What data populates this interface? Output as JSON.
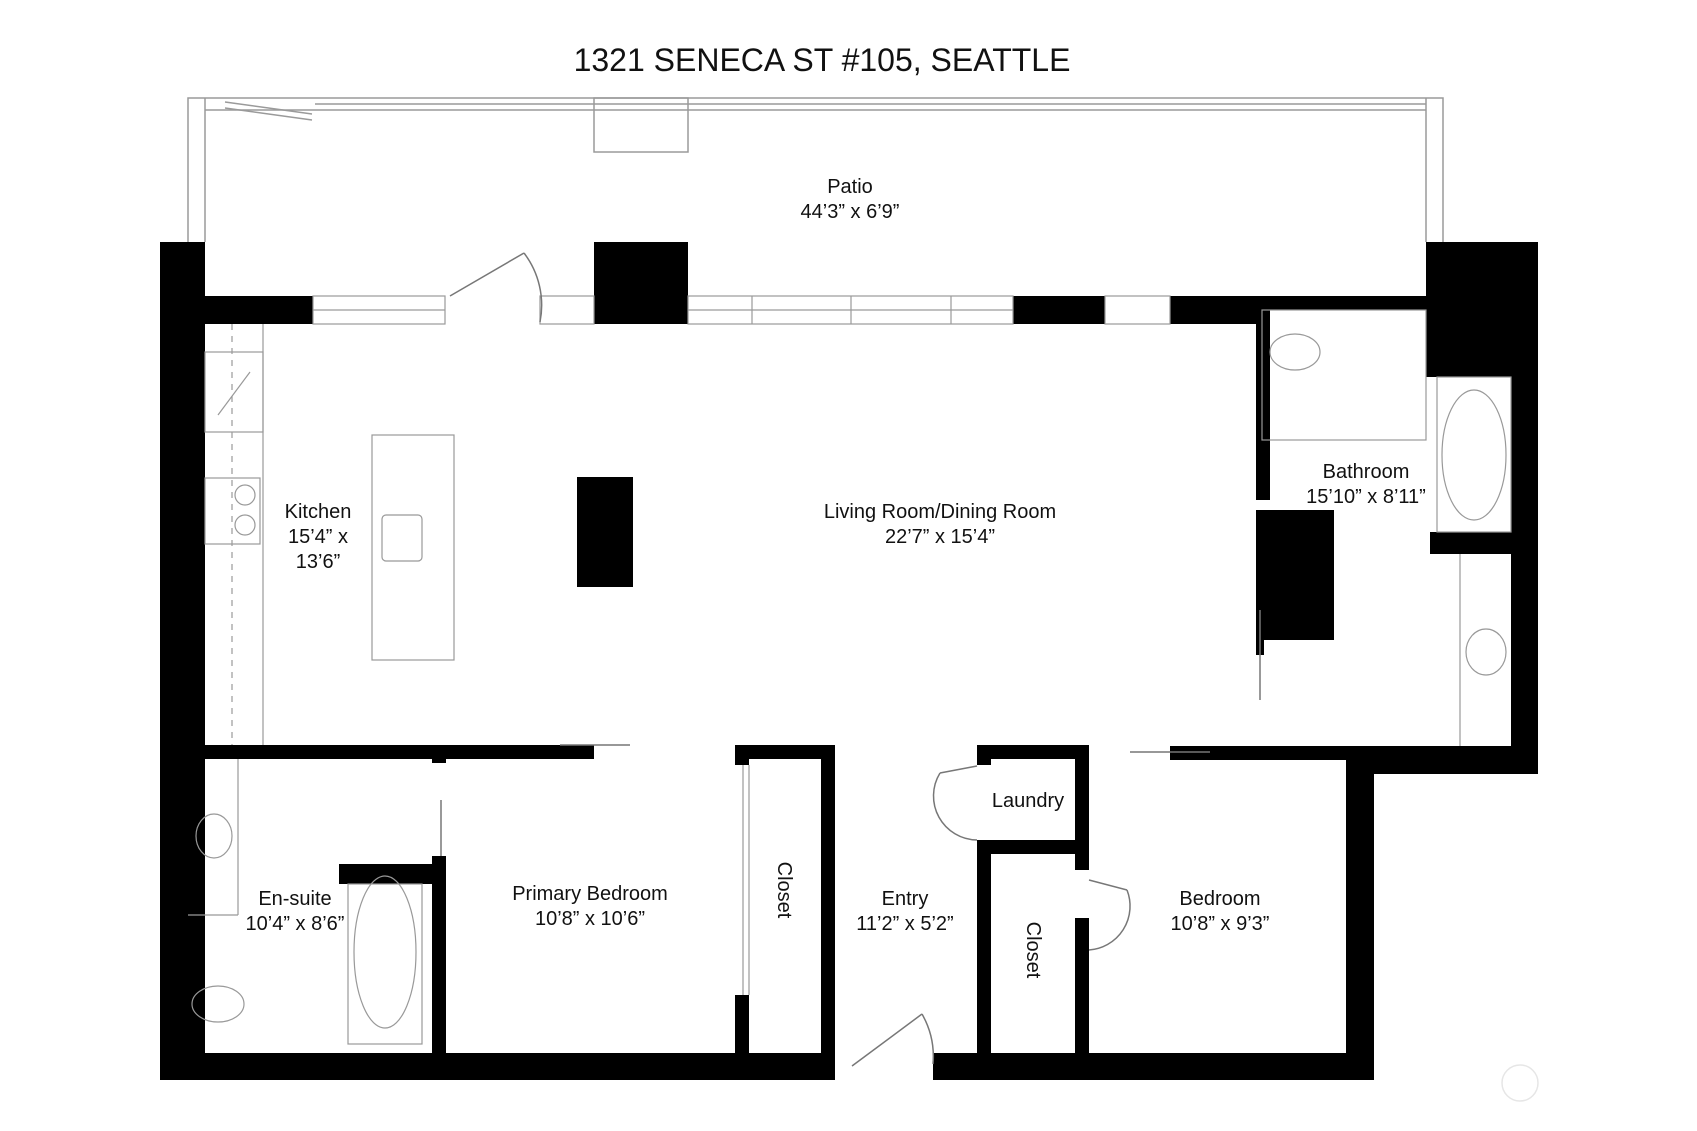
{
  "title": "1321 SENECA ST #105, SEATTLE",
  "rooms": {
    "patio": {
      "name": "Patio",
      "size": "44’3” x 6’9”"
    },
    "kitchen": {
      "name": "Kitchen",
      "size_line1": "15’4” x",
      "size_line2": "13’6”"
    },
    "living": {
      "name": "Living Room/Dining Room",
      "size": "22’7” x 15’4”"
    },
    "bathroom": {
      "name": "Bathroom",
      "size": "15’10” x 8’11”"
    },
    "ensuite": {
      "name": "En-suite",
      "size": "10’4” x 8’6”"
    },
    "primary_bedroom": {
      "name": "Primary Bedroom",
      "size": "10’8” x 10’6”"
    },
    "closet_primary": {
      "name": "Closet"
    },
    "entry": {
      "name": "Entry",
      "size": "11’2” x 5’2”"
    },
    "laundry": {
      "name": "Laundry"
    },
    "closet_bedroom": {
      "name": "Closet"
    },
    "bedroom": {
      "name": "Bedroom",
      "size": "10’8” x 9’3”"
    }
  }
}
